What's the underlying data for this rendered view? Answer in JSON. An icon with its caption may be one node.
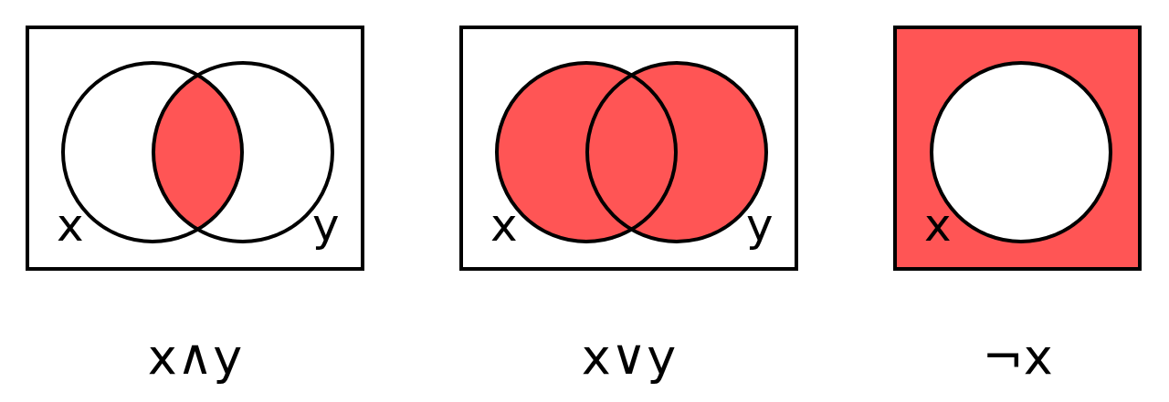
{
  "diagram": {
    "nodes": [
      {
        "text": [],
        "shape": "box",
        "beside": [
          "x∧y"
        ]
      },
      {
        "text": [],
        "shape": "circle",
        "in": 0,
        "beside": [
          "x"
        ]
      },
      {
        "text": [],
        "shape": "circle",
        "in": 0,
        "beside": [
          "y"
        ]
      },
      {
        "text": [],
        "shape": "box",
        "beside": [
          "x∨y"
        ]
      },
      {
        "text": [],
        "shape": "circle",
        "in": 3,
        "beside": [
          "x"
        ]
      },
      {
        "text": [],
        "shape": "circle",
        "in": 3,
        "beside": [
          "y"
        ]
      },
      {
        "text": [],
        "shape": "box",
        "beside": [
          "¬x"
        ]
      },
      {
        "text": [],
        "shape": "circle",
        "in": 6,
        "beside": [
          "x"
        ]
      }
    ]
  }
}
